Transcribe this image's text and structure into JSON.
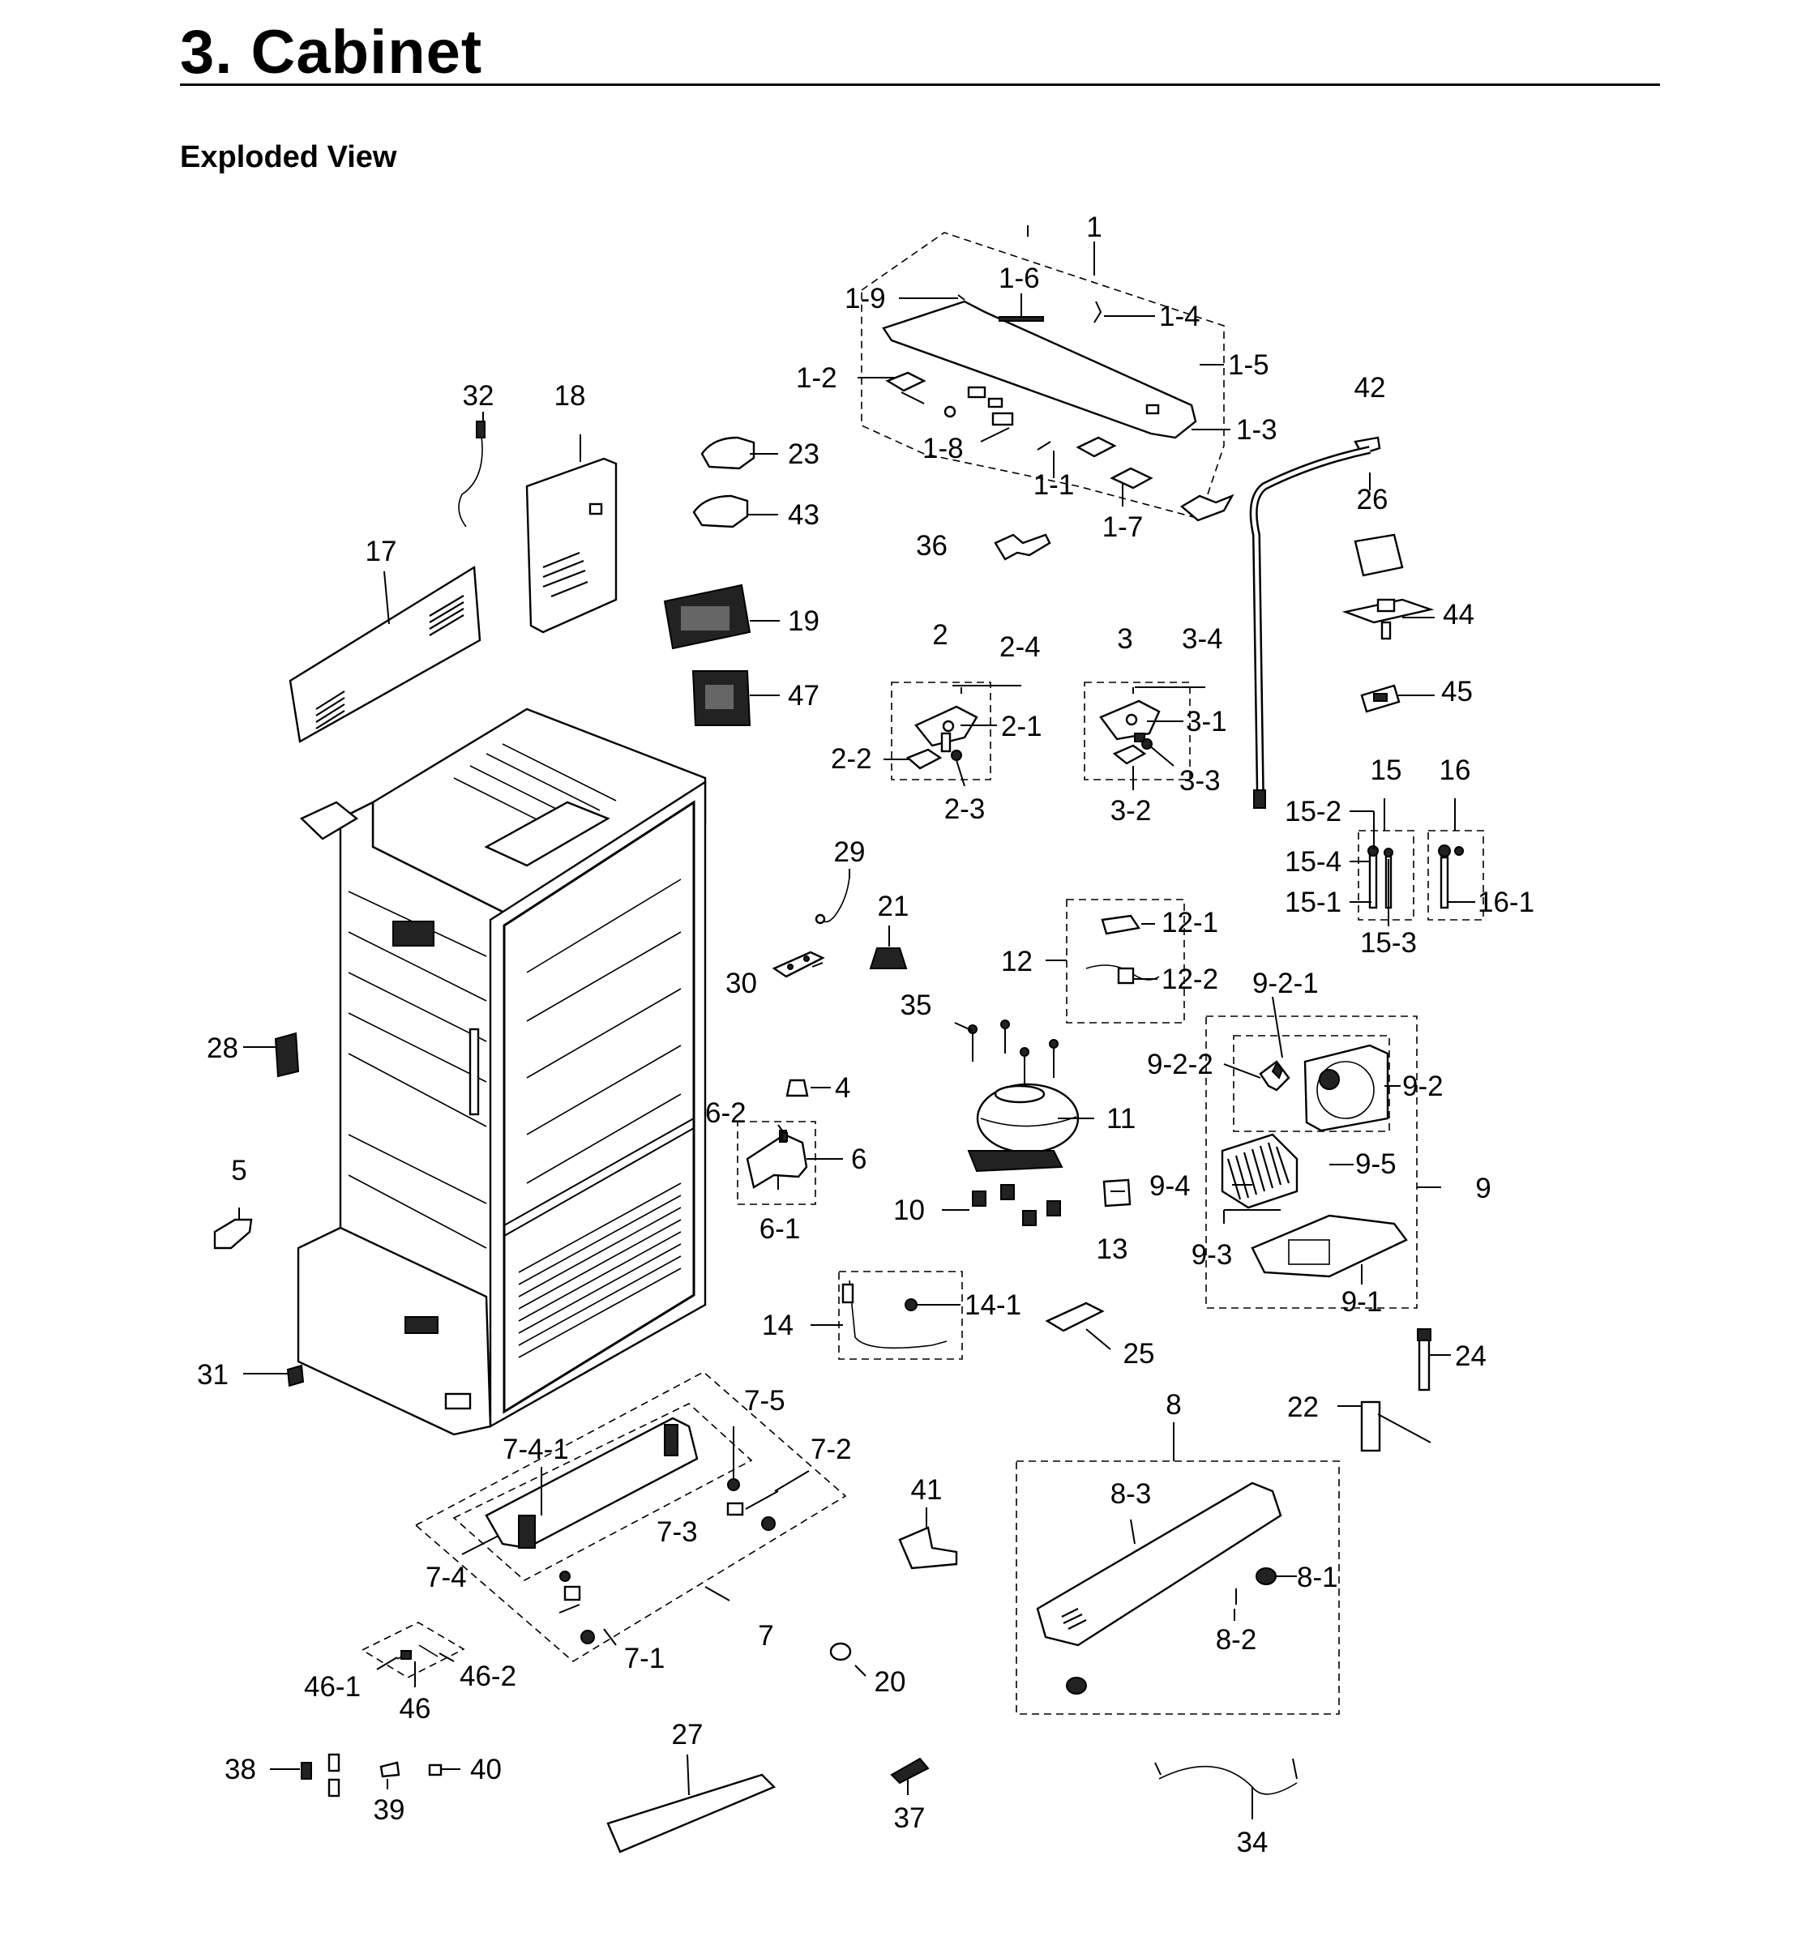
{
  "page": {
    "title": "3.  Cabinet",
    "subtitle": "Exploded View"
  },
  "callouts": [
    {
      "id": "1",
      "text": "1"
    },
    {
      "id": "1-1",
      "text": "1-1"
    },
    {
      "id": "1-2",
      "text": "1-2"
    },
    {
      "id": "1-3",
      "text": "1-3"
    },
    {
      "id": "1-4",
      "text": "1-4"
    },
    {
      "id": "1-5",
      "text": "1-5"
    },
    {
      "id": "1-6",
      "text": "1-6"
    },
    {
      "id": "1-7",
      "text": "1-7"
    },
    {
      "id": "1-8",
      "text": "1-8"
    },
    {
      "id": "1-9",
      "text": "1-9"
    },
    {
      "id": "2",
      "text": "2"
    },
    {
      "id": "2-1",
      "text": "2-1"
    },
    {
      "id": "2-2",
      "text": "2-2"
    },
    {
      "id": "2-3",
      "text": "2-3"
    },
    {
      "id": "2-4",
      "text": "2-4"
    },
    {
      "id": "3",
      "text": "3"
    },
    {
      "id": "3-1",
      "text": "3-1"
    },
    {
      "id": "3-2",
      "text": "3-2"
    },
    {
      "id": "3-3",
      "text": "3-3"
    },
    {
      "id": "3-4",
      "text": "3-4"
    },
    {
      "id": "4",
      "text": "4"
    },
    {
      "id": "5",
      "text": "5"
    },
    {
      "id": "6",
      "text": "6"
    },
    {
      "id": "6-1",
      "text": "6-1"
    },
    {
      "id": "6-2",
      "text": "6-2"
    },
    {
      "id": "7",
      "text": "7"
    },
    {
      "id": "7-1",
      "text": "7-1"
    },
    {
      "id": "7-2",
      "text": "7-2"
    },
    {
      "id": "7-3",
      "text": "7-3"
    },
    {
      "id": "7-4",
      "text": "7-4"
    },
    {
      "id": "7-4-1",
      "text": "7-4-1"
    },
    {
      "id": "7-5",
      "text": "7-5"
    },
    {
      "id": "8",
      "text": "8"
    },
    {
      "id": "8-1",
      "text": "8-1"
    },
    {
      "id": "8-2",
      "text": "8-2"
    },
    {
      "id": "8-3",
      "text": "8-3"
    },
    {
      "id": "9",
      "text": "9"
    },
    {
      "id": "9-1",
      "text": "9-1"
    },
    {
      "id": "9-2",
      "text": "9-2"
    },
    {
      "id": "9-2-1",
      "text": "9-2-1"
    },
    {
      "id": "9-2-2",
      "text": "9-2-2"
    },
    {
      "id": "9-3",
      "text": "9-3"
    },
    {
      "id": "9-4",
      "text": "9-4"
    },
    {
      "id": "9-5",
      "text": "9-5"
    },
    {
      "id": "10",
      "text": "10"
    },
    {
      "id": "11",
      "text": "11"
    },
    {
      "id": "12",
      "text": "12"
    },
    {
      "id": "12-1",
      "text": "12-1"
    },
    {
      "id": "12-2",
      "text": "12-2"
    },
    {
      "id": "13",
      "text": "13"
    },
    {
      "id": "14",
      "text": "14"
    },
    {
      "id": "14-1",
      "text": "14-1"
    },
    {
      "id": "15",
      "text": "15"
    },
    {
      "id": "15-1",
      "text": "15-1"
    },
    {
      "id": "15-2",
      "text": "15-2"
    },
    {
      "id": "15-3",
      "text": "15-3"
    },
    {
      "id": "15-4",
      "text": "15-4"
    },
    {
      "id": "16",
      "text": "16"
    },
    {
      "id": "16-1",
      "text": "16-1"
    },
    {
      "id": "17",
      "text": "17"
    },
    {
      "id": "18",
      "text": "18"
    },
    {
      "id": "19",
      "text": "19"
    },
    {
      "id": "20",
      "text": "20"
    },
    {
      "id": "21",
      "text": "21"
    },
    {
      "id": "22",
      "text": "22"
    },
    {
      "id": "23",
      "text": "23"
    },
    {
      "id": "24",
      "text": "24"
    },
    {
      "id": "25",
      "text": "25"
    },
    {
      "id": "26",
      "text": "26"
    },
    {
      "id": "27",
      "text": "27"
    },
    {
      "id": "28",
      "text": "28"
    },
    {
      "id": "29",
      "text": "29"
    },
    {
      "id": "30",
      "text": "30"
    },
    {
      "id": "31",
      "text": "31"
    },
    {
      "id": "32",
      "text": "32"
    },
    {
      "id": "34",
      "text": "34"
    },
    {
      "id": "35",
      "text": "35"
    },
    {
      "id": "36",
      "text": "36"
    },
    {
      "id": "37",
      "text": "37"
    },
    {
      "id": "38",
      "text": "38"
    },
    {
      "id": "39",
      "text": "39"
    },
    {
      "id": "40",
      "text": "40"
    },
    {
      "id": "41",
      "text": "41"
    },
    {
      "id": "42",
      "text": "42"
    },
    {
      "id": "43",
      "text": "43"
    },
    {
      "id": "44",
      "text": "44"
    },
    {
      "id": "45",
      "text": "45"
    },
    {
      "id": "46",
      "text": "46"
    },
    {
      "id": "46-1",
      "text": "46-1"
    },
    {
      "id": "46-2",
      "text": "46-2"
    },
    {
      "id": "47",
      "text": "47"
    }
  ]
}
